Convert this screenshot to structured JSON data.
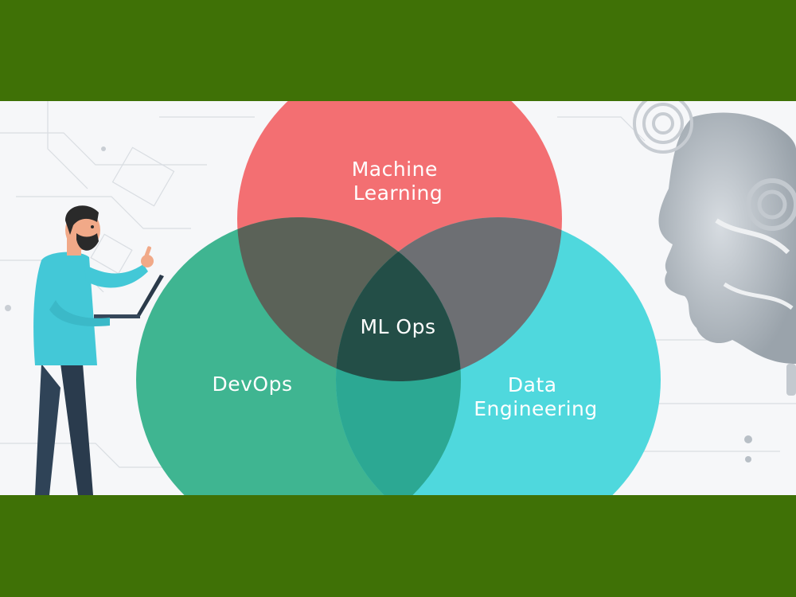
{
  "colors": {
    "frame": "#3f7106",
    "background": "#f6f7f9",
    "machine_learning": "#f36f72",
    "devops": "#3fb591",
    "data_engineering": "#4fd8dd",
    "ml_dev_overlap": "#5b6258",
    "ml_data_overlap": "#6d6f73",
    "dev_data_overlap": "#2ca893",
    "center_overlap": "#234e47"
  },
  "diagram": {
    "type": "venn",
    "sets": [
      {
        "id": "machine-learning",
        "label_lines": [
          "Machine",
          "Learning"
        ]
      },
      {
        "id": "devops",
        "label_lines": [
          "DevOps"
        ]
      },
      {
        "id": "data-engineering",
        "label_lines": [
          "Data",
          "Engineering"
        ]
      }
    ],
    "center_label": "ML Ops"
  },
  "illustration": {
    "left": "person-with-laptop",
    "right": "ai-robot-head"
  }
}
